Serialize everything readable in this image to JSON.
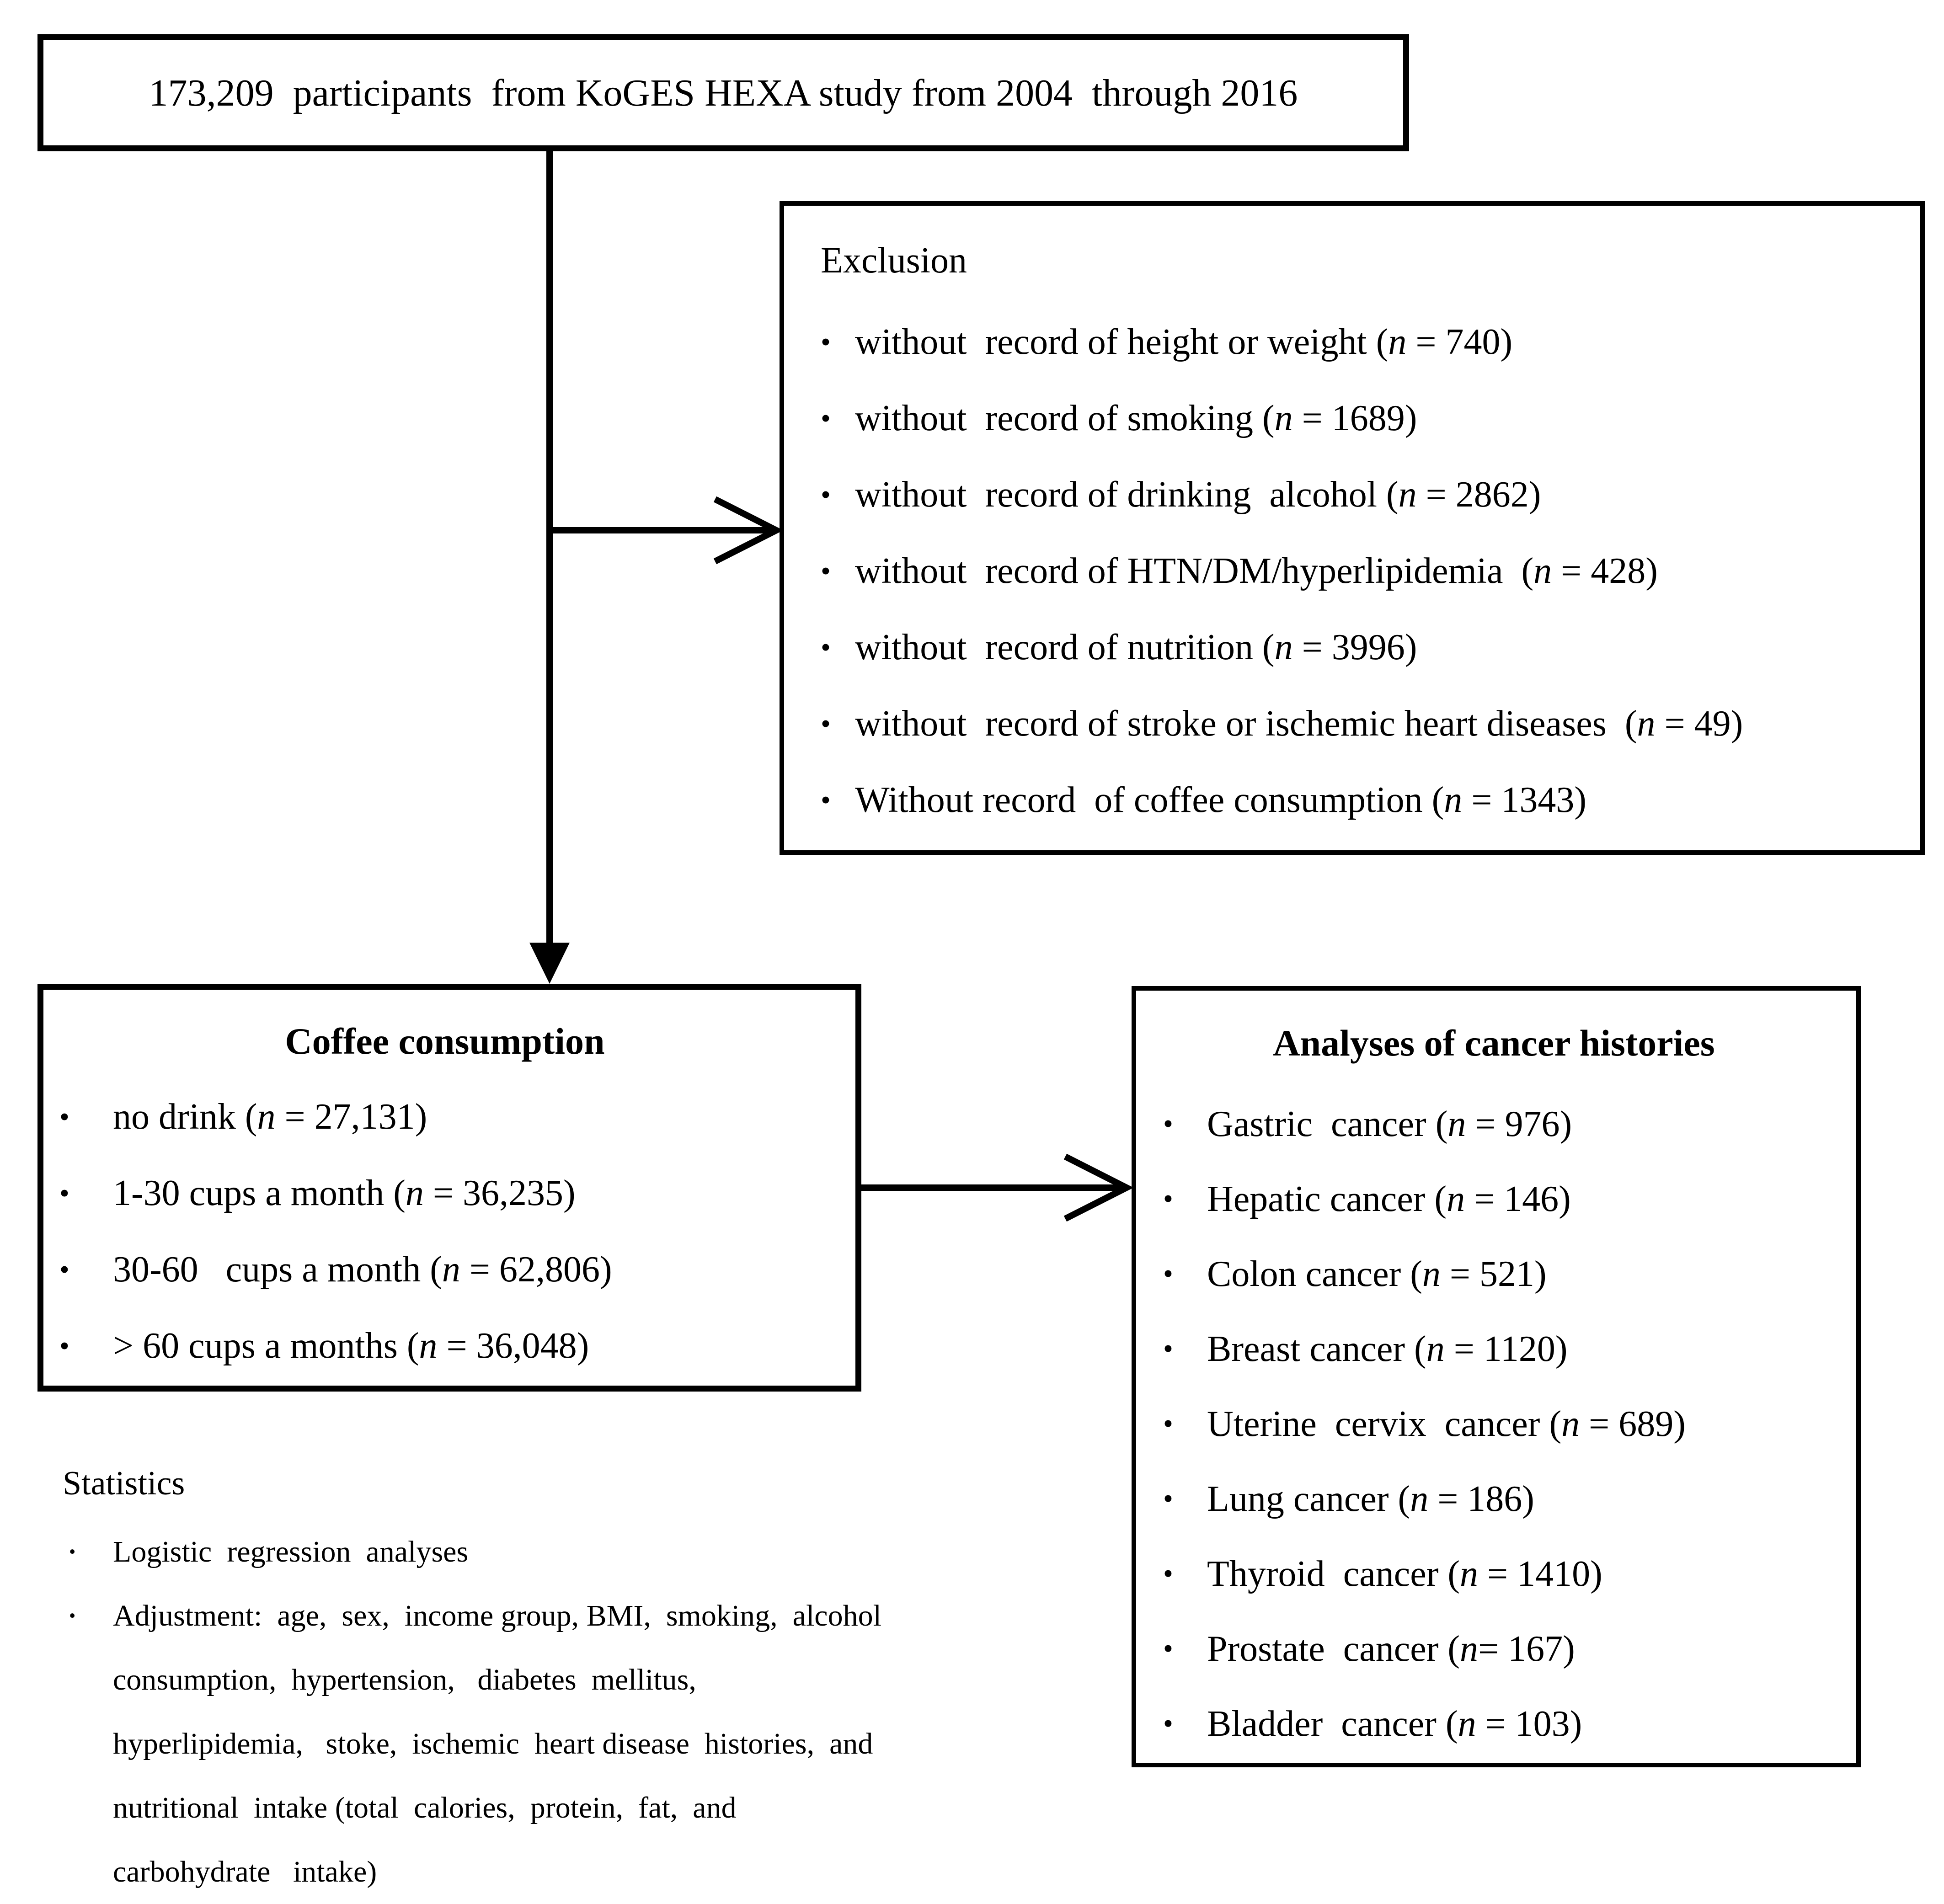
{
  "figure": {
    "n_symbol": "n",
    "colors": {
      "ink": "#000000",
      "background": "#ffffff"
    },
    "top_box": {
      "text": "173,209  participants  from KoGES HEXA study from 2004  through 2016"
    },
    "exclusion": {
      "title": "Exclusion",
      "items": [
        {
          "before": "without  record of height or weight (",
          "after": " = 740)"
        },
        {
          "before": "without  record of smoking (",
          "after": " = 1689)"
        },
        {
          "before": "without  record of drinking  alcohol (",
          "after": " = 2862)"
        },
        {
          "before": "without  record of HTN/DM/hyperlipidemia  (",
          "after": " = 428)"
        },
        {
          "before": "without  record of nutrition (",
          "after": " = 3996)"
        },
        {
          "before": "without  record of stroke or ischemic heart diseases  (",
          "after": " = 49)"
        },
        {
          "before": "Without record  of coffee consumption (",
          "after": " = 1343)"
        }
      ]
    },
    "coffee": {
      "title": "Coffee  consumption",
      "items": [
        {
          "before": "no drink (",
          "after": " = 27,131)"
        },
        {
          "before": "1-30 cups a month (",
          "after": " = 36,235)"
        },
        {
          "before": "30-60   cups a month (",
          "after": " = 62,806)"
        },
        {
          "before": "> 60 cups a months (",
          "after": " = 36,048)"
        }
      ]
    },
    "analyses": {
      "title": "Analyses of cancer histories",
      "items": [
        {
          "before": "Gastric  cancer (",
          "after": " = 976)"
        },
        {
          "before": "Hepatic cancer (",
          "after": " = 146)"
        },
        {
          "before": "Colon cancer (",
          "after": " = 521)"
        },
        {
          "before": "Breast cancer (",
          "after": " = 1120)"
        },
        {
          "before": "Uterine  cervix  cancer (",
          "after": " = 689)"
        },
        {
          "before": "Lung cancer (",
          "after": " = 186)"
        },
        {
          "before": "Thyroid  cancer (",
          "after": " = 1410)"
        },
        {
          "before": "Prostate  cancer (",
          "after": "= 167)"
        },
        {
          "before": "Bladder  cancer (",
          "after": " = 103)"
        }
      ]
    },
    "statistics": {
      "title": "Statistics",
      "items": [
        {
          "lines": [
            "Logistic  regression  analyses"
          ]
        },
        {
          "lines": [
            "Adjustment:  age,  sex,  income group, BMI,  smoking,  alcohol",
            "consumption,  hypertension,   diabetes  mellitus,",
            "hyperlipidemia,   stoke,  ischemic  heart disease  histories,  and",
            "nutritional  intake (total  calories,  protein,  fat,  and",
            "carbohydrate   intake)"
          ]
        }
      ]
    }
  }
}
